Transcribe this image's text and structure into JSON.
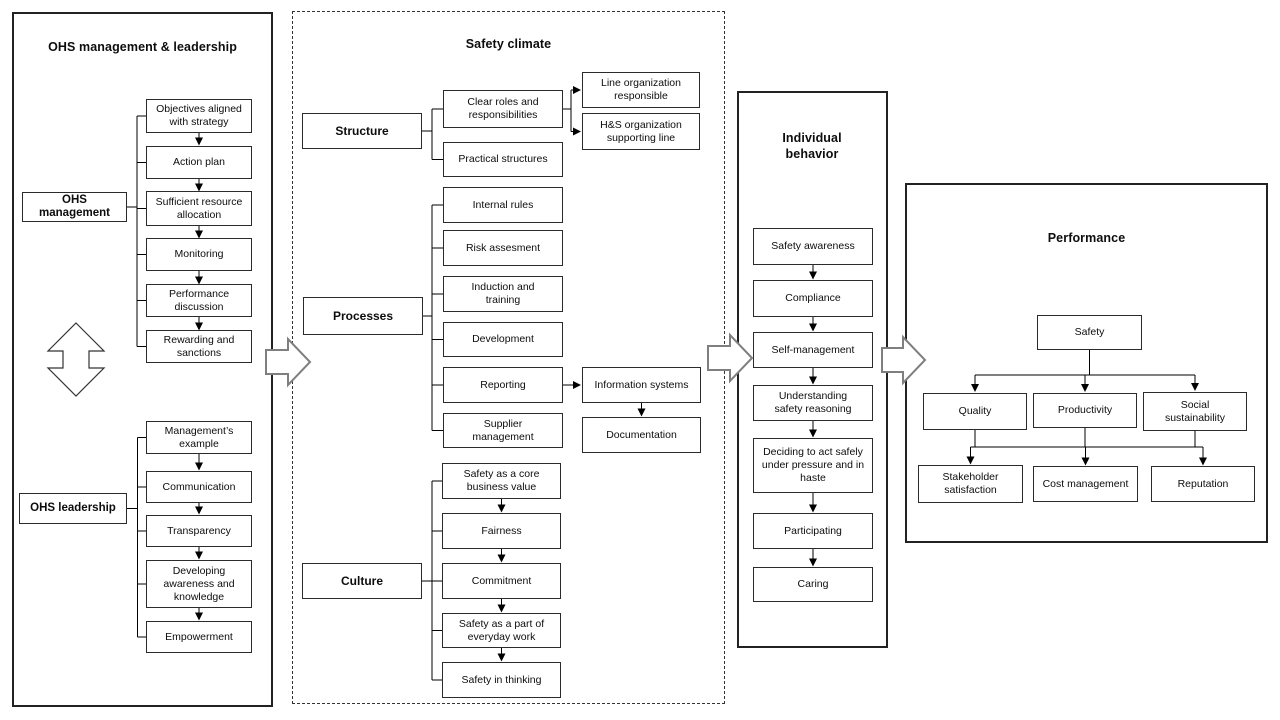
{
  "panels": {
    "ohs": {
      "title": "OHS management & leadership",
      "management_label": "OHS management",
      "management_chain": [
        "Objectives aligned with strategy",
        "Action plan",
        "Sufficient resource allocation",
        "Monitoring",
        "Performance discussion",
        "Rewarding and sanctions"
      ],
      "leadership_label": "OHS leadership",
      "leadership_chain": [
        "Management’s example",
        "Communication",
        "Transparency",
        "Developing awareness and knowledge",
        "Empowerment"
      ]
    },
    "climate": {
      "title": "Safety climate",
      "structure": {
        "label": "Structure",
        "items": [
          "Clear roles and responsibilities",
          "Practical structures"
        ],
        "outputs": [
          "Line organization responsible",
          "H&S organization supporting line"
        ]
      },
      "processes": {
        "label": "Processes",
        "items": [
          "Internal rules",
          "Risk assesment",
          "Induction and training",
          "Development",
          "Reporting",
          "Supplier management"
        ],
        "outputs": [
          "Information systems",
          "Documentation"
        ]
      },
      "culture": {
        "label": "Culture",
        "items": [
          "Safety as a core business value",
          "Fairness",
          "Commitment",
          "Safety as a part of everyday work",
          "Safety in thinking"
        ]
      }
    },
    "behavior": {
      "title": "Individual behavior",
      "chain": [
        "Safety awareness",
        "Compliance",
        "Self-management",
        "Understanding safety reasoning",
        "Deciding to act safely under pressure and in haste",
        "Participating",
        "Caring"
      ]
    },
    "performance": {
      "title": "Performance",
      "root": "Safety",
      "level2": [
        "Quality",
        "Productivity",
        "Social sustainability"
      ],
      "level3": [
        "Stakeholder satisfaction",
        "Cost management",
        "Reputation"
      ]
    }
  },
  "colors": {
    "line": "#000000",
    "big_arrow_outline": "#7f7f7f",
    "box_fill": "#ffffff",
    "text": "#111111"
  }
}
